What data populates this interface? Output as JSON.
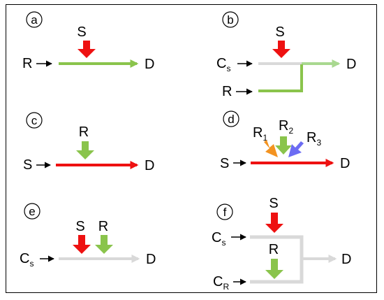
{
  "colors": {
    "red": "#ee1111",
    "green": "#8ac44c",
    "green_light": "#a9d890",
    "gray": "#d9d9d9",
    "orange": "#f39321",
    "blue": "#6c6cf3",
    "black": "#000000"
  },
  "panels": {
    "a": {
      "letter": "a",
      "top": "S",
      "left": "R",
      "right": "D"
    },
    "b": {
      "letter": "b",
      "top": "S",
      "left1": "C",
      "left1_sub": "s",
      "left2": "R",
      "right": "D"
    },
    "c": {
      "letter": "c",
      "top": "R",
      "left": "S",
      "right": "D"
    },
    "d": {
      "letter": "d",
      "r1": "R",
      "r1_sub": "1",
      "r2": "R",
      "r2_sub": "2",
      "r3": "R",
      "r3_sub": "3",
      "left": "S",
      "right": "D"
    },
    "e": {
      "letter": "e",
      "top1": "S",
      "top2": "R",
      "left": "C",
      "left_sub": "s",
      "right": "D"
    },
    "f": {
      "letter": "f",
      "top": "S",
      "mid": "R",
      "left1": "C",
      "left1_sub": "s",
      "left2": "C",
      "left2_sub": "R",
      "right": "D"
    }
  }
}
